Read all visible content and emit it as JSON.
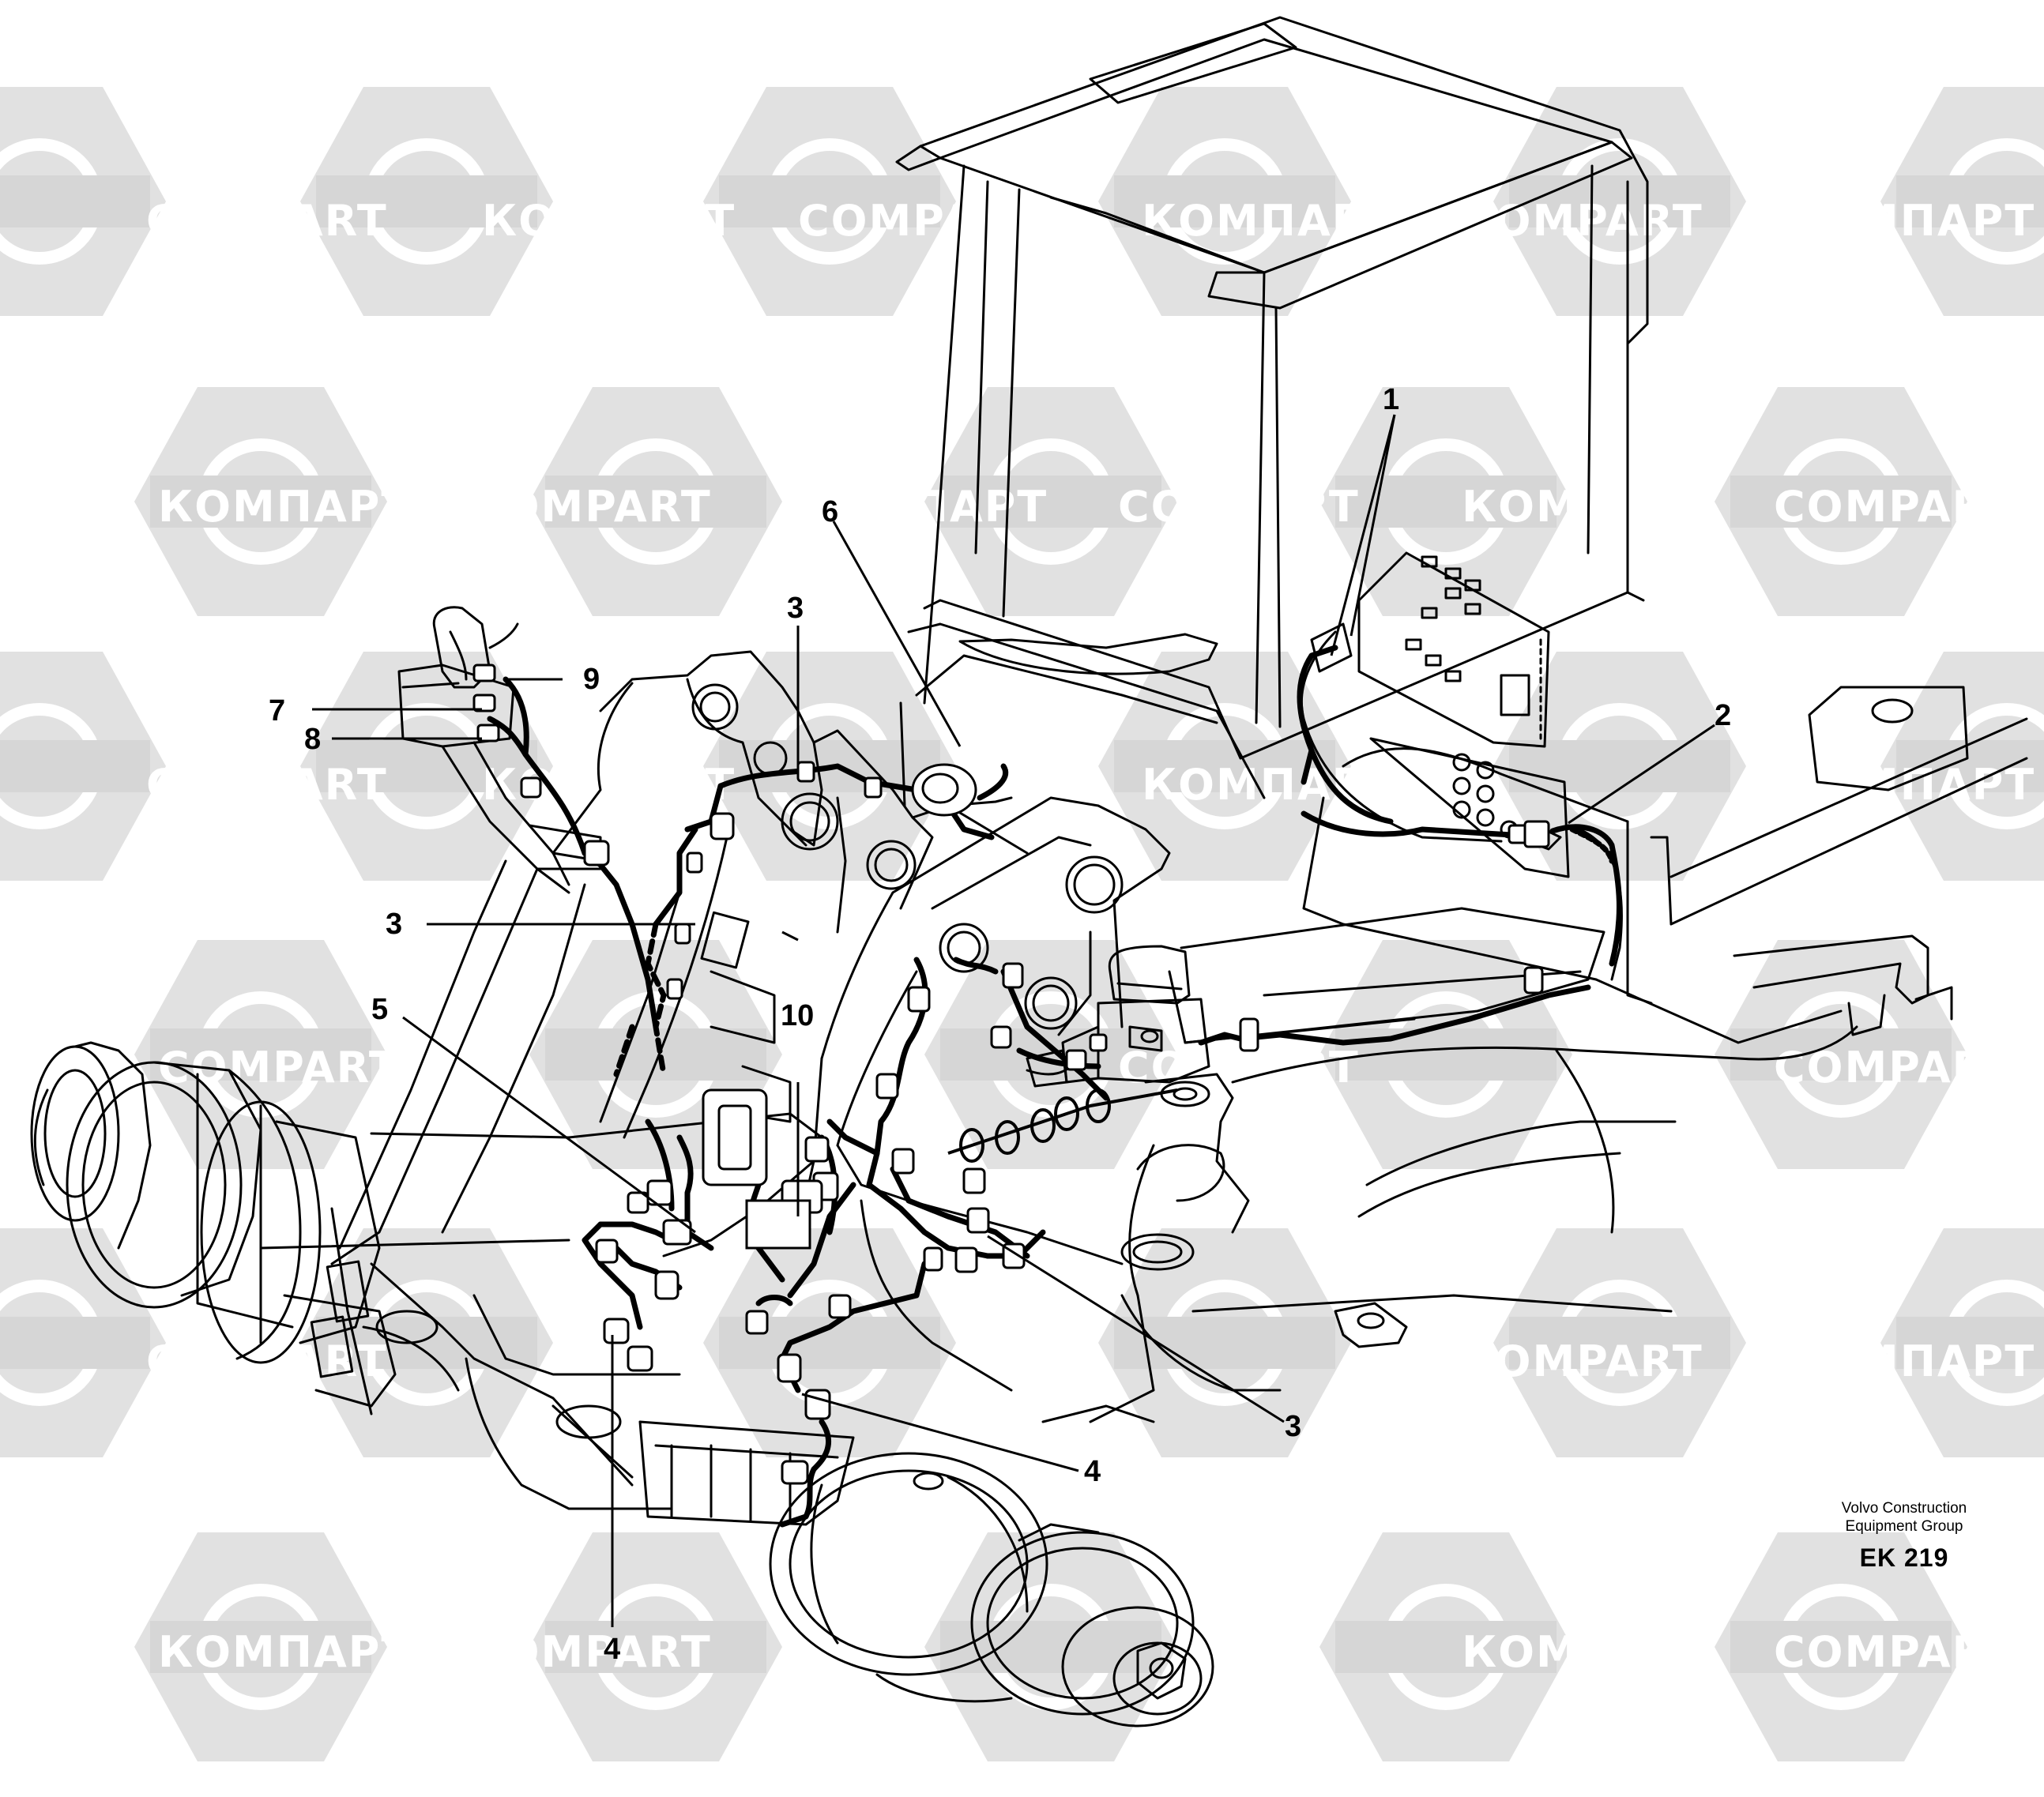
{
  "watermark": {
    "text_latin": "COMPART",
    "text_cyrillic": "КОМПАРТ"
  },
  "callouts": {
    "c1": "1",
    "c2": "2",
    "c3a": "3",
    "c3b": "3",
    "c3c": "3",
    "c4a": "4",
    "c4b": "4",
    "c5": "5",
    "c6": "6",
    "c7": "7",
    "c8": "8",
    "c9": "9",
    "c10": "10"
  },
  "caption": {
    "line1": "Volvo Construction",
    "line2": "Equipment Group",
    "code": "EK 219"
  },
  "colors": {
    "line": "#000000",
    "watermark": "#d9d9d9",
    "background": "#ffffff"
  }
}
